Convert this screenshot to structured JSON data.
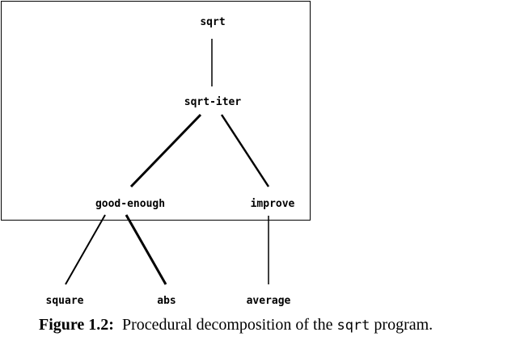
{
  "figure": {
    "nodes": {
      "sqrt": "sqrt",
      "sqrt_iter": "sqrt-iter",
      "good_enough": "good-enough",
      "improve": "improve",
      "square": "square",
      "abs": "abs",
      "average": "average"
    },
    "edges": [
      [
        "sqrt",
        "sqrt_iter"
      ],
      [
        "sqrt_iter",
        "good_enough"
      ],
      [
        "sqrt_iter",
        "improve"
      ],
      [
        "good_enough",
        "square"
      ],
      [
        "good_enough",
        "abs"
      ],
      [
        "improve",
        "average"
      ]
    ]
  },
  "caption": {
    "label": "Figure 1.2:",
    "text_before": "Procedural decomposition of the",
    "code": "sqrt",
    "text_after": "program."
  }
}
